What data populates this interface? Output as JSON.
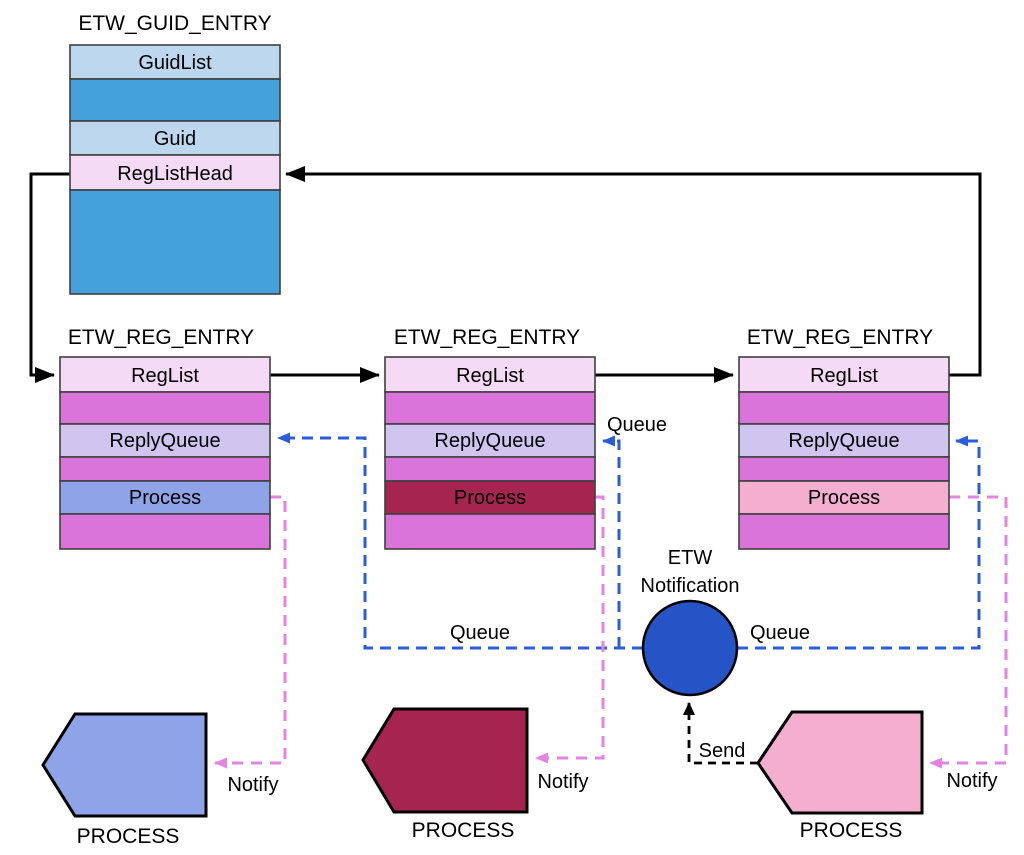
{
  "colors": {
    "row_light_blue": "#BDD7EE",
    "row_mid_blue": "#44A1DB",
    "row_pale_pink": "#F5DAF5",
    "row_magenta": "#DB74DA",
    "row_lavender": "#CFC5EE",
    "row_periwinkle": "#8EA3E8",
    "row_crimson": "#A62450",
    "row_pink": "#F4AFD0",
    "notification_blue": "#2454C5",
    "queue_dash_blue": "#2B5CD9",
    "notify_dash_violet": "#E583E5",
    "line_black": "#000000"
  },
  "guid_table": {
    "title": "ETW_GUID_ENTRY",
    "rows": {
      "guid_list": "GuidList",
      "guid": "Guid",
      "reg_list_head": "RegListHead"
    }
  },
  "reg_table": {
    "title": "ETW_REG_ENTRY",
    "rows": {
      "reg_list": "RegList",
      "reply_queue": "ReplyQueue",
      "process": "Process"
    }
  },
  "notification_node": {
    "line1": "ETW",
    "line2": "Notification"
  },
  "edge_labels": {
    "queue": "Queue",
    "notify": "Notify",
    "send": "Send"
  },
  "process_label": "PROCESS"
}
